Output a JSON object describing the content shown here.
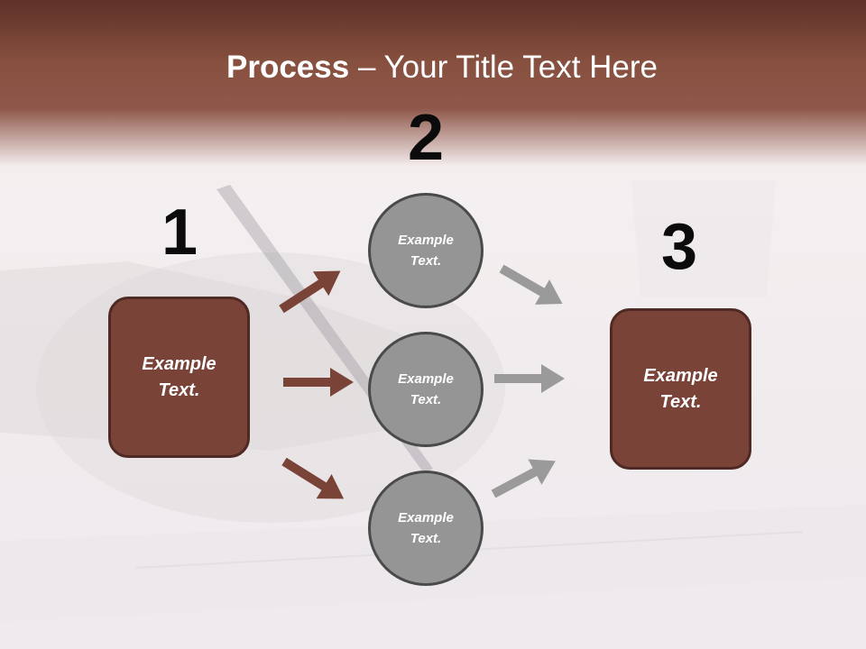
{
  "slide": {
    "title_bold": "Process",
    "title_rest": " – Your Title Text Here",
    "steps": [
      "1",
      "2",
      "3"
    ],
    "left_box": "Example Text.",
    "circles": [
      "Example Text.",
      "Example Text.",
      "Example Text."
    ],
    "right_box": "Example Text."
  },
  "colors": {
    "brand": "#7a4338",
    "box_border": "#4f2923",
    "circle_fill": "#959595",
    "circle_border": "#4a4a4a",
    "arrow_brown": "#7a4338",
    "arrow_gray": "#9a9a9a",
    "header_gradient": "#8e574a"
  },
  "icons": [
    "arrow-right-icon"
  ]
}
